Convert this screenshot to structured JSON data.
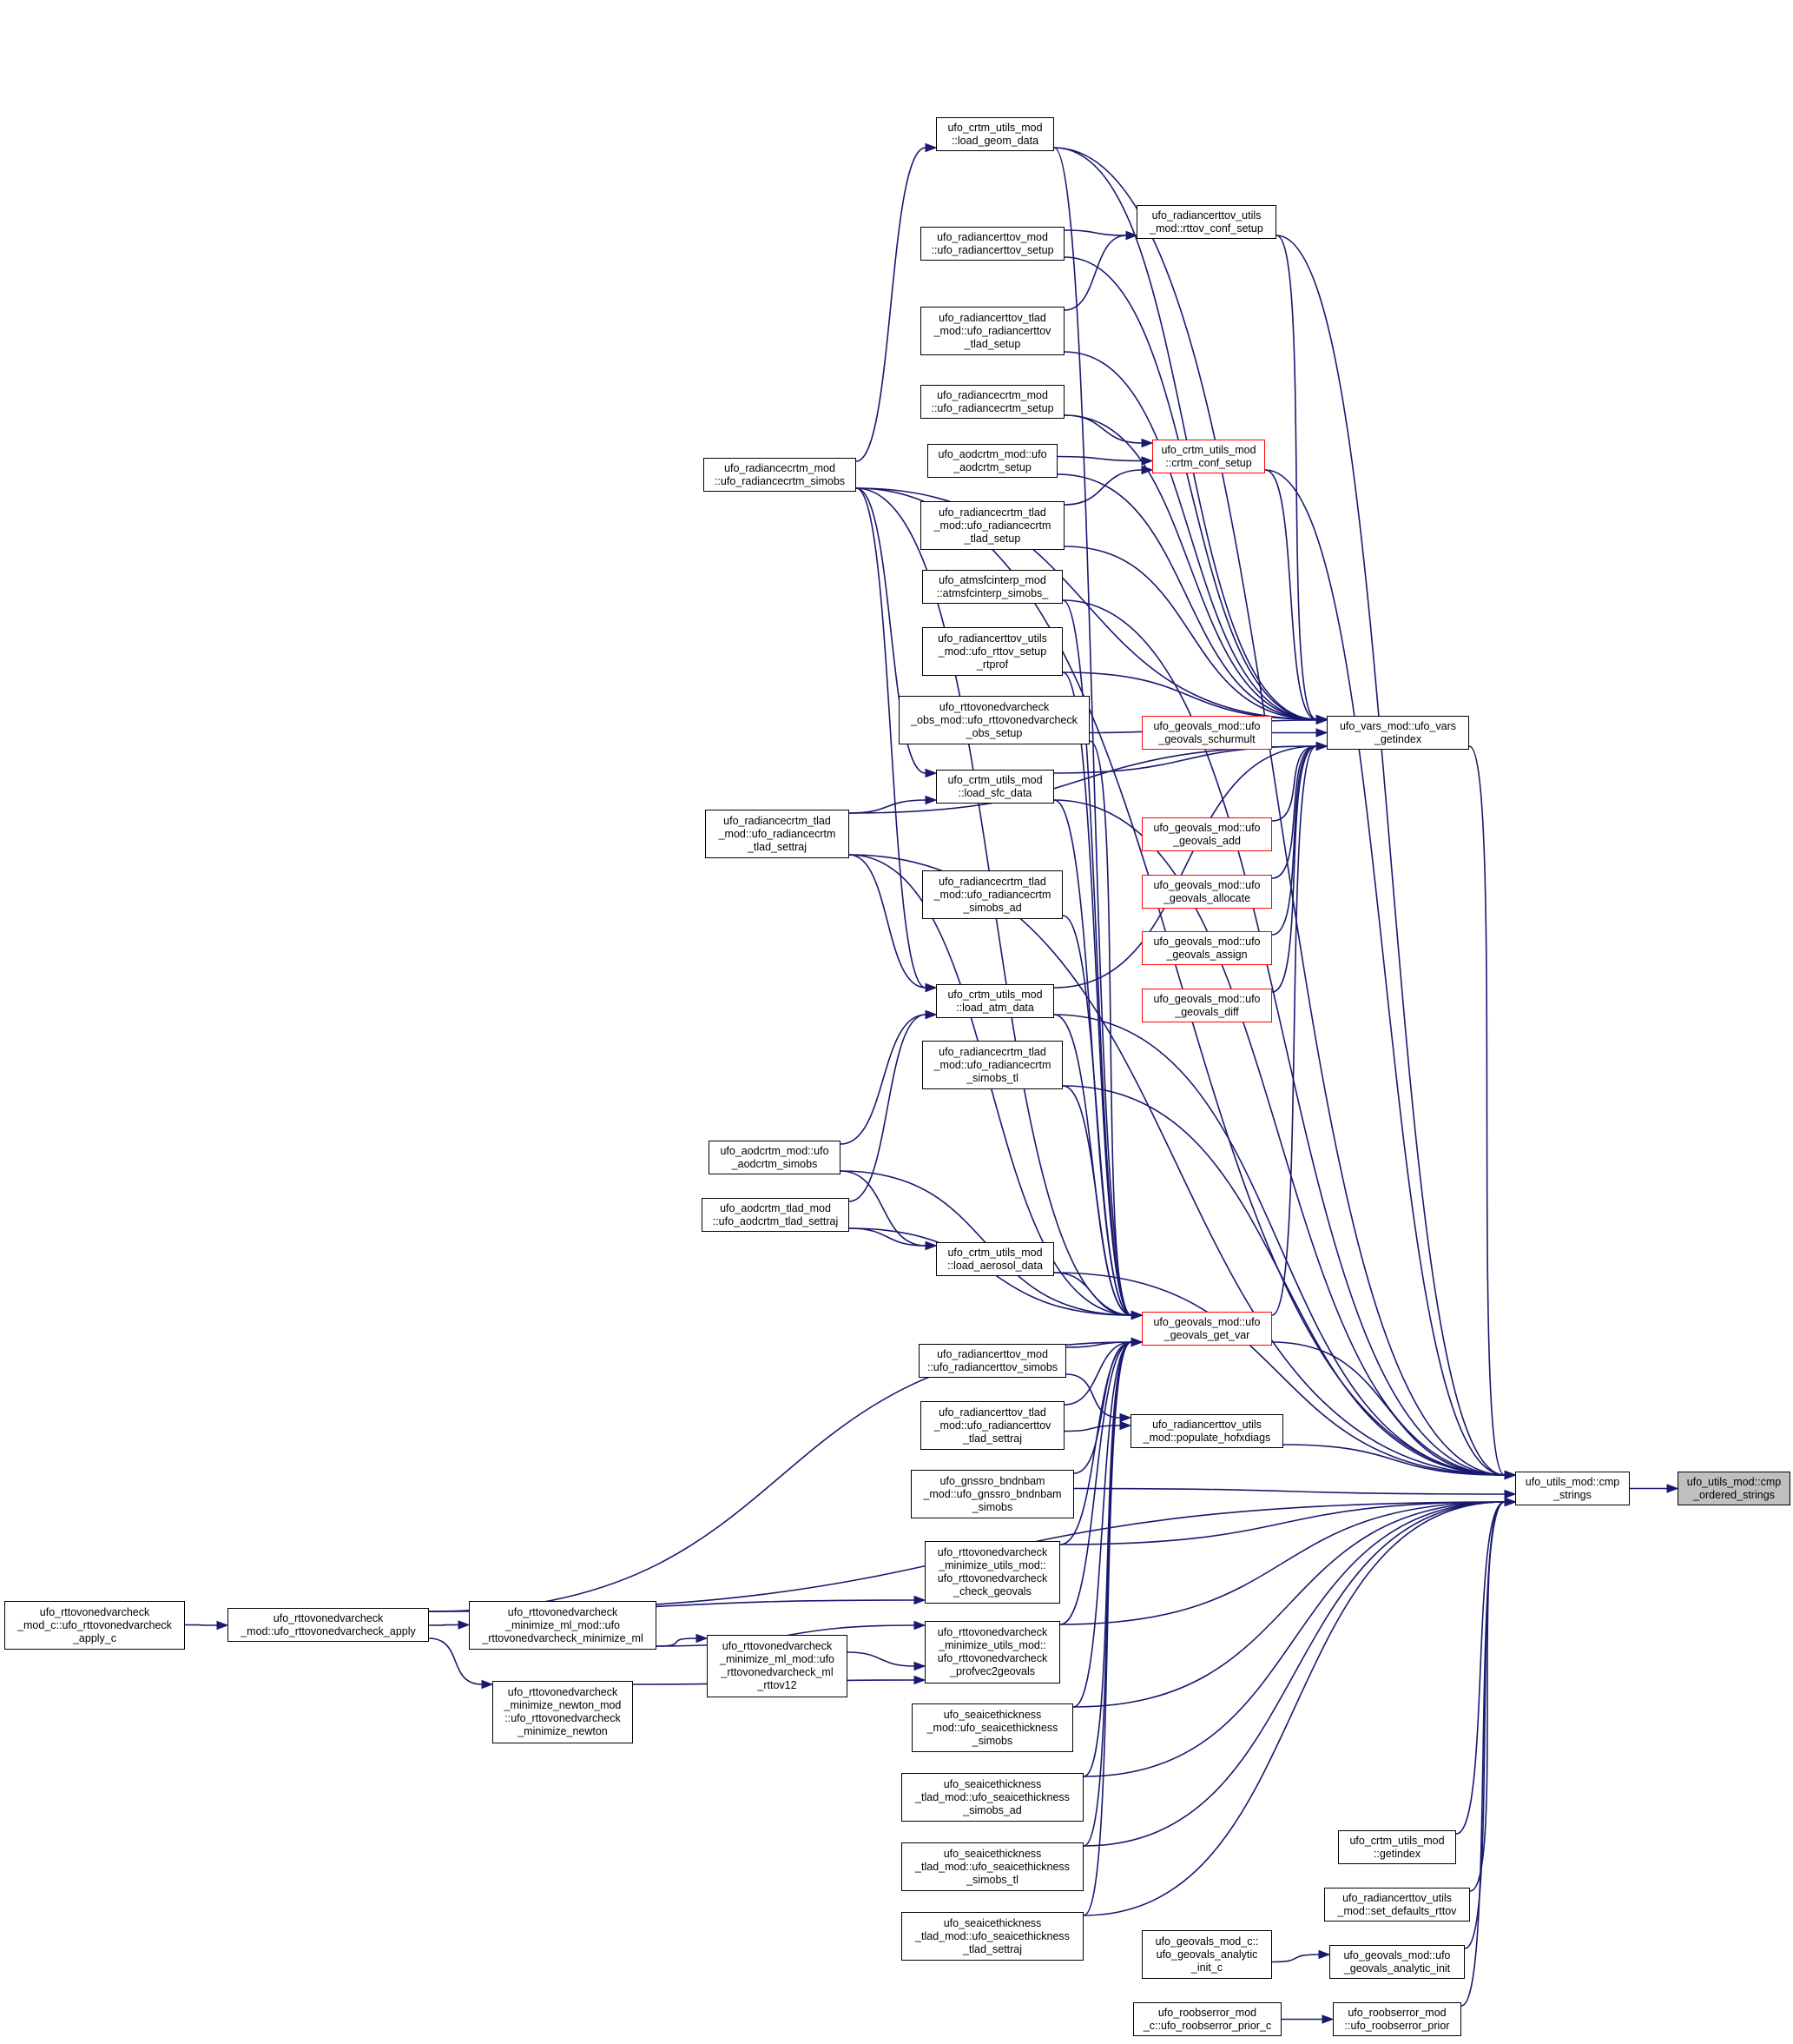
{
  "colors": {
    "edge": "#191970",
    "node_border": "#000000",
    "node_border_truncated": "#ff0000",
    "root_fill": "#bfbfbf",
    "background": "#ffffff"
  },
  "nodes": {
    "cmp_ordered_strings": {
      "lines": [
        "ufo_utils_mod::cmp",
        "_ordered_strings"
      ],
      "style": "root"
    },
    "cmp_strings": {
      "lines": [
        "ufo_utils_mod::cmp",
        "_strings"
      ],
      "style": "normal"
    },
    "ufo_vars_getindex": {
      "lines": [
        "ufo_vars_mod::ufo_vars",
        "_getindex"
      ],
      "style": "normal"
    },
    "geovals_get_var": {
      "lines": [
        "ufo_geovals_mod::ufo",
        "_geovals_get_var"
      ],
      "style": "truncated"
    },
    "geovals_schurmult": {
      "lines": [
        "ufo_geovals_mod::ufo",
        "_geovals_schurmult"
      ],
      "style": "truncated"
    },
    "geovals_add": {
      "lines": [
        "ufo_geovals_mod::ufo",
        "_geovals_add"
      ],
      "style": "truncated"
    },
    "geovals_allocate": {
      "lines": [
        "ufo_geovals_mod::ufo",
        "_geovals_allocate"
      ],
      "style": "truncated"
    },
    "geovals_assign": {
      "lines": [
        "ufo_geovals_mod::ufo",
        "_geovals_assign"
      ],
      "style": "truncated"
    },
    "geovals_diff": {
      "lines": [
        "ufo_geovals_mod::ufo",
        "_geovals_diff"
      ],
      "style": "truncated"
    },
    "crtm_conf_setup": {
      "lines": [
        "ufo_crtm_utils_mod",
        "::crtm_conf_setup"
      ],
      "style": "truncated"
    },
    "rttov_conf_setup": {
      "lines": [
        "ufo_radiancerttov_utils",
        "_mod::rttov_conf_setup"
      ],
      "style": "normal"
    },
    "populate_hofxdiags": {
      "lines": [
        "ufo_radiancerttov_utils",
        "_mod::populate_hofxdiags"
      ],
      "style": "normal"
    },
    "crtm_getindex": {
      "lines": [
        "ufo_crtm_utils_mod",
        "::getindex"
      ],
      "style": "normal"
    },
    "set_defaults_rttov": {
      "lines": [
        "ufo_radiancerttov_utils",
        "_mod::set_defaults_rttov"
      ],
      "style": "normal"
    },
    "geovals_analytic_init": {
      "lines": [
        "ufo_geovals_mod::ufo",
        "_geovals_analytic_init"
      ],
      "style": "normal"
    },
    "geovals_analytic_init_c": {
      "lines": [
        "ufo_geovals_mod_c::",
        "ufo_geovals_analytic",
        "_init_c"
      ],
      "style": "normal"
    },
    "roobserror_prior": {
      "lines": [
        "ufo_roobserror_mod",
        "::ufo_roobserror_prior"
      ],
      "style": "normal"
    },
    "roobserror_prior_c": {
      "lines": [
        "ufo_roobserror_mod",
        "_c::ufo_roobserror_prior_c"
      ],
      "style": "normal"
    },
    "load_geom_data": {
      "lines": [
        "ufo_crtm_utils_mod",
        "::load_geom_data"
      ],
      "style": "normal"
    },
    "rttov_setup": {
      "lines": [
        "ufo_radiancerttov_mod",
        "::ufo_radiancerttov_setup"
      ],
      "style": "normal"
    },
    "rttov_tlad_setup": {
      "lines": [
        "ufo_radiancerttov_tlad",
        "_mod::ufo_radiancerttov",
        "_tlad_setup"
      ],
      "style": "normal"
    },
    "crtm_setup": {
      "lines": [
        "ufo_radiancecrtm_mod",
        "::ufo_radiancecrtm_setup"
      ],
      "style": "normal"
    },
    "aodcrtm_setup": {
      "lines": [
        "ufo_aodcrtm_mod::ufo",
        "_aodcrtm_setup"
      ],
      "style": "normal"
    },
    "crtm_tlad_setup": {
      "lines": [
        "ufo_radiancecrtm_tlad",
        "_mod::ufo_radiancecrtm",
        "_tlad_setup"
      ],
      "style": "normal"
    },
    "atmsfcinterp_simobs": {
      "lines": [
        "ufo_atmsfcinterp_mod",
        "::atmsfcinterp_simobs_"
      ],
      "style": "normal"
    },
    "rttov_setup_rtprof": {
      "lines": [
        "ufo_radiancerttov_utils",
        "_mod::ufo_rttov_setup",
        "_rtprof"
      ],
      "style": "normal"
    },
    "rttovonedvarcheck_obs_setup": {
      "lines": [
        "ufo_rttovonedvarcheck",
        "_obs_mod::ufo_rttovonedvarcheck",
        "_obs_setup"
      ],
      "style": "normal"
    },
    "load_sfc_data": {
      "lines": [
        "ufo_crtm_utils_mod",
        "::load_sfc_data"
      ],
      "style": "normal"
    },
    "crtm_tlad_simobs_ad": {
      "lines": [
        "ufo_radiancecrtm_tlad",
        "_mod::ufo_radiancecrtm",
        "_simobs_ad"
      ],
      "style": "normal"
    },
    "load_atm_data": {
      "lines": [
        "ufo_crtm_utils_mod",
        "::load_atm_data"
      ],
      "style": "normal"
    },
    "crtm_tlad_simobs_tl": {
      "lines": [
        "ufo_radiancecrtm_tlad",
        "_mod::ufo_radiancecrtm",
        "_simobs_tl"
      ],
      "style": "normal"
    },
    "load_aerosol_data": {
      "lines": [
        "ufo_crtm_utils_mod",
        "::load_aerosol_data"
      ],
      "style": "normal"
    },
    "rttov_simobs": {
      "lines": [
        "ufo_radiancerttov_mod",
        "::ufo_radiancerttov_simobs"
      ],
      "style": "normal"
    },
    "rttov_tlad_settraj": {
      "lines": [
        "ufo_radiancerttov_tlad",
        "_mod::ufo_radiancerttov",
        "_tlad_settraj"
      ],
      "style": "normal"
    },
    "gnssro_bndnbam_simobs": {
      "lines": [
        "ufo_gnssro_bndnbam",
        "_mod::ufo_gnssro_bndnbam",
        "_simobs"
      ],
      "style": "normal"
    },
    "check_geovals": {
      "lines": [
        "ufo_rttovonedvarcheck",
        "_minimize_utils_mod::",
        "ufo_rttovonedvarcheck",
        "_check_geovals"
      ],
      "style": "normal"
    },
    "profvec2geovals": {
      "lines": [
        "ufo_rttovonedvarcheck",
        "_minimize_utils_mod::",
        "ufo_rttovonedvarcheck",
        "_profvec2geovals"
      ],
      "style": "normal"
    },
    "seaicethickness_simobs": {
      "lines": [
        "ufo_seaicethickness",
        "_mod::ufo_seaicethickness",
        "_simobs"
      ],
      "style": "normal"
    },
    "seaicethickness_tlad_simobs_ad": {
      "lines": [
        "ufo_seaicethickness",
        "_tlad_mod::ufo_seaicethickness",
        "_simobs_ad"
      ],
      "style": "normal"
    },
    "seaicethickness_tlad_simobs_tl": {
      "lines": [
        "ufo_seaicethickness",
        "_tlad_mod::ufo_seaicethickness",
        "_simobs_tl"
      ],
      "style": "normal"
    },
    "seaicethickness_tlad_settraj": {
      "lines": [
        "ufo_seaicethickness",
        "_tlad_mod::ufo_seaicethickness",
        "_tlad_settraj"
      ],
      "style": "normal"
    },
    "crtm_simobs": {
      "lines": [
        "ufo_radiancecrtm_mod",
        "::ufo_radiancecrtm_simobs"
      ],
      "style": "normal"
    },
    "crtm_tlad_settraj": {
      "lines": [
        "ufo_radiancecrtm_tlad",
        "_mod::ufo_radiancecrtm",
        "_tlad_settraj"
      ],
      "style": "normal"
    },
    "aodcrtm_simobs": {
      "lines": [
        "ufo_aodcrtm_mod::ufo",
        "_aodcrtm_simobs"
      ],
      "style": "normal"
    },
    "aodcrtm_tlad_settraj": {
      "lines": [
        "ufo_aodcrtm_tlad_mod",
        "::ufo_aodcrtm_tlad_settraj"
      ],
      "style": "normal"
    },
    "minimize_ml": {
      "lines": [
        "ufo_rttovonedvarcheck",
        "_minimize_ml_mod::ufo",
        "_rttovonedvarcheck_minimize_ml"
      ],
      "style": "normal"
    },
    "ml_rttov12": {
      "lines": [
        "ufo_rttovonedvarcheck",
        "_minimize_ml_mod::ufo",
        "_rttovonedvarcheck_ml",
        "_rttov12"
      ],
      "style": "normal"
    },
    "minimize_newton": {
      "lines": [
        "ufo_rttovonedvarcheck",
        "_minimize_newton_mod",
        "::ufo_rttovonedvarcheck",
        "_minimize_newton"
      ],
      "style": "normal"
    },
    "rttovonedvarcheck_apply": {
      "lines": [
        "ufo_rttovonedvarcheck",
        "_mod::ufo_rttovonedvarcheck_apply"
      ],
      "style": "normal"
    },
    "rttovonedvarcheck_apply_c": {
      "lines": [
        "ufo_rttovonedvarcheck",
        "_mod_c::ufo_rttovonedvarcheck",
        "_apply_c"
      ],
      "style": "normal"
    }
  },
  "edges": [
    [
      "cmp_strings",
      "cmp_ordered_strings"
    ],
    [
      "ufo_vars_getindex",
      "cmp_strings"
    ],
    [
      "geovals_get_var",
      "cmp_strings"
    ],
    [
      "crtm_conf_setup",
      "cmp_strings"
    ],
    [
      "rttov_conf_setup",
      "cmp_strings"
    ],
    [
      "populate_hofxdiags",
      "cmp_strings"
    ],
    [
      "crtm_getindex",
      "cmp_strings"
    ],
    [
      "set_defaults_rttov",
      "cmp_strings"
    ],
    [
      "geovals_analytic_init",
      "cmp_strings"
    ],
    [
      "roobserror_prior",
      "cmp_strings"
    ],
    [
      "load_geom_data",
      "cmp_strings"
    ],
    [
      "atmsfcinterp_simobs",
      "cmp_strings"
    ],
    [
      "load_sfc_data",
      "cmp_strings"
    ],
    [
      "load_atm_data",
      "cmp_strings"
    ],
    [
      "crtm_tlad_simobs_tl",
      "cmp_strings"
    ],
    [
      "load_aerosol_data",
      "cmp_strings"
    ],
    [
      "gnssro_bndnbam_simobs",
      "cmp_strings"
    ],
    [
      "check_geovals",
      "cmp_strings"
    ],
    [
      "profvec2geovals",
      "cmp_strings"
    ],
    [
      "seaicethickness_simobs",
      "cmp_strings"
    ],
    [
      "seaicethickness_tlad_simobs_ad",
      "cmp_strings"
    ],
    [
      "seaicethickness_tlad_simobs_tl",
      "cmp_strings"
    ],
    [
      "seaicethickness_tlad_settraj",
      "cmp_strings"
    ],
    [
      "crtm_simobs",
      "cmp_strings"
    ],
    [
      "rttovonedvarcheck_apply",
      "cmp_strings"
    ],
    [
      "crtm_tlad_settraj",
      "cmp_strings"
    ],
    [
      "geovals_get_var",
      "ufo_vars_getindex"
    ],
    [
      "geovals_schurmult",
      "ufo_vars_getindex"
    ],
    [
      "geovals_add",
      "ufo_vars_getindex"
    ],
    [
      "geovals_allocate",
      "ufo_vars_getindex"
    ],
    [
      "geovals_assign",
      "ufo_vars_getindex"
    ],
    [
      "geovals_diff",
      "ufo_vars_getindex"
    ],
    [
      "crtm_conf_setup",
      "ufo_vars_getindex"
    ],
    [
      "rttov_conf_setup",
      "ufo_vars_getindex"
    ],
    [
      "load_geom_data",
      "ufo_vars_getindex"
    ],
    [
      "rttov_setup",
      "ufo_vars_getindex"
    ],
    [
      "rttov_tlad_setup",
      "ufo_vars_getindex"
    ],
    [
      "crtm_setup",
      "ufo_vars_getindex"
    ],
    [
      "aodcrtm_setup",
      "ufo_vars_getindex"
    ],
    [
      "crtm_tlad_setup",
      "ufo_vars_getindex"
    ],
    [
      "rttov_setup_rtprof",
      "ufo_vars_getindex"
    ],
    [
      "rttovonedvarcheck_obs_setup",
      "ufo_vars_getindex"
    ],
    [
      "load_sfc_data",
      "ufo_vars_getindex"
    ],
    [
      "load_atm_data",
      "ufo_vars_getindex"
    ],
    [
      "crtm_simobs",
      "ufo_vars_getindex"
    ],
    [
      "crtm_tlad_settraj",
      "ufo_vars_getindex"
    ],
    [
      "load_geom_data",
      "geovals_get_var"
    ],
    [
      "atmsfcinterp_simobs",
      "geovals_get_var"
    ],
    [
      "rttov_setup_rtprof",
      "geovals_get_var"
    ],
    [
      "rttovonedvarcheck_obs_setup",
      "geovals_get_var"
    ],
    [
      "load_sfc_data",
      "geovals_get_var"
    ],
    [
      "crtm_tlad_simobs_ad",
      "geovals_get_var"
    ],
    [
      "load_atm_data",
      "geovals_get_var"
    ],
    [
      "crtm_tlad_simobs_tl",
      "geovals_get_var"
    ],
    [
      "load_aerosol_data",
      "geovals_get_var"
    ],
    [
      "rttov_simobs",
      "geovals_get_var"
    ],
    [
      "rttov_tlad_settraj",
      "geovals_get_var"
    ],
    [
      "gnssro_bndnbam_simobs",
      "geovals_get_var"
    ],
    [
      "check_geovals",
      "geovals_get_var"
    ],
    [
      "profvec2geovals",
      "geovals_get_var"
    ],
    [
      "seaicethickness_simobs",
      "geovals_get_var"
    ],
    [
      "seaicethickness_tlad_simobs_ad",
      "geovals_get_var"
    ],
    [
      "seaicethickness_tlad_simobs_tl",
      "geovals_get_var"
    ],
    [
      "seaicethickness_tlad_settraj",
      "geovals_get_var"
    ],
    [
      "aodcrtm_simobs",
      "geovals_get_var"
    ],
    [
      "aodcrtm_tlad_settraj",
      "geovals_get_var"
    ],
    [
      "crtm_simobs",
      "geovals_get_var"
    ],
    [
      "crtm_tlad_settraj",
      "geovals_get_var"
    ],
    [
      "rttovonedvarcheck_apply",
      "geovals_get_var"
    ],
    [
      "rttov_setup",
      "rttov_conf_setup"
    ],
    [
      "rttov_tlad_setup",
      "rttov_conf_setup"
    ],
    [
      "crtm_setup",
      "crtm_conf_setup"
    ],
    [
      "aodcrtm_setup",
      "crtm_conf_setup"
    ],
    [
      "crtm_tlad_setup",
      "crtm_conf_setup"
    ],
    [
      "rttov_simobs",
      "populate_hofxdiags"
    ],
    [
      "rttov_tlad_settraj",
      "populate_hofxdiags"
    ],
    [
      "geovals_analytic_init_c",
      "geovals_analytic_init"
    ],
    [
      "roobserror_prior_c",
      "roobserror_prior"
    ],
    [
      "crtm_simobs",
      "load_geom_data"
    ],
    [
      "crtm_tlad_settraj",
      "load_sfc_data"
    ],
    [
      "crtm_simobs",
      "load_sfc_data"
    ],
    [
      "crtm_simobs",
      "load_atm_data"
    ],
    [
      "crtm_tlad_settraj",
      "load_atm_data"
    ],
    [
      "aodcrtm_simobs",
      "load_atm_data"
    ],
    [
      "aodcrtm_tlad_settraj",
      "load_atm_data"
    ],
    [
      "aodcrtm_simobs",
      "load_aerosol_data"
    ],
    [
      "aodcrtm_tlad_settraj",
      "load_aerosol_data"
    ],
    [
      "rttovonedvarcheck_apply",
      "check_geovals"
    ],
    [
      "minimize_ml",
      "profvec2geovals"
    ],
    [
      "ml_rttov12",
      "profvec2geovals"
    ],
    [
      "minimize_newton",
      "profvec2geovals"
    ],
    [
      "minimize_ml",
      "ml_rttov12"
    ],
    [
      "rttovonedvarcheck_apply",
      "minimize_ml"
    ],
    [
      "rttovonedvarcheck_apply",
      "minimize_newton"
    ],
    [
      "rttovonedvarcheck_apply_c",
      "rttovonedvarcheck_apply"
    ]
  ]
}
